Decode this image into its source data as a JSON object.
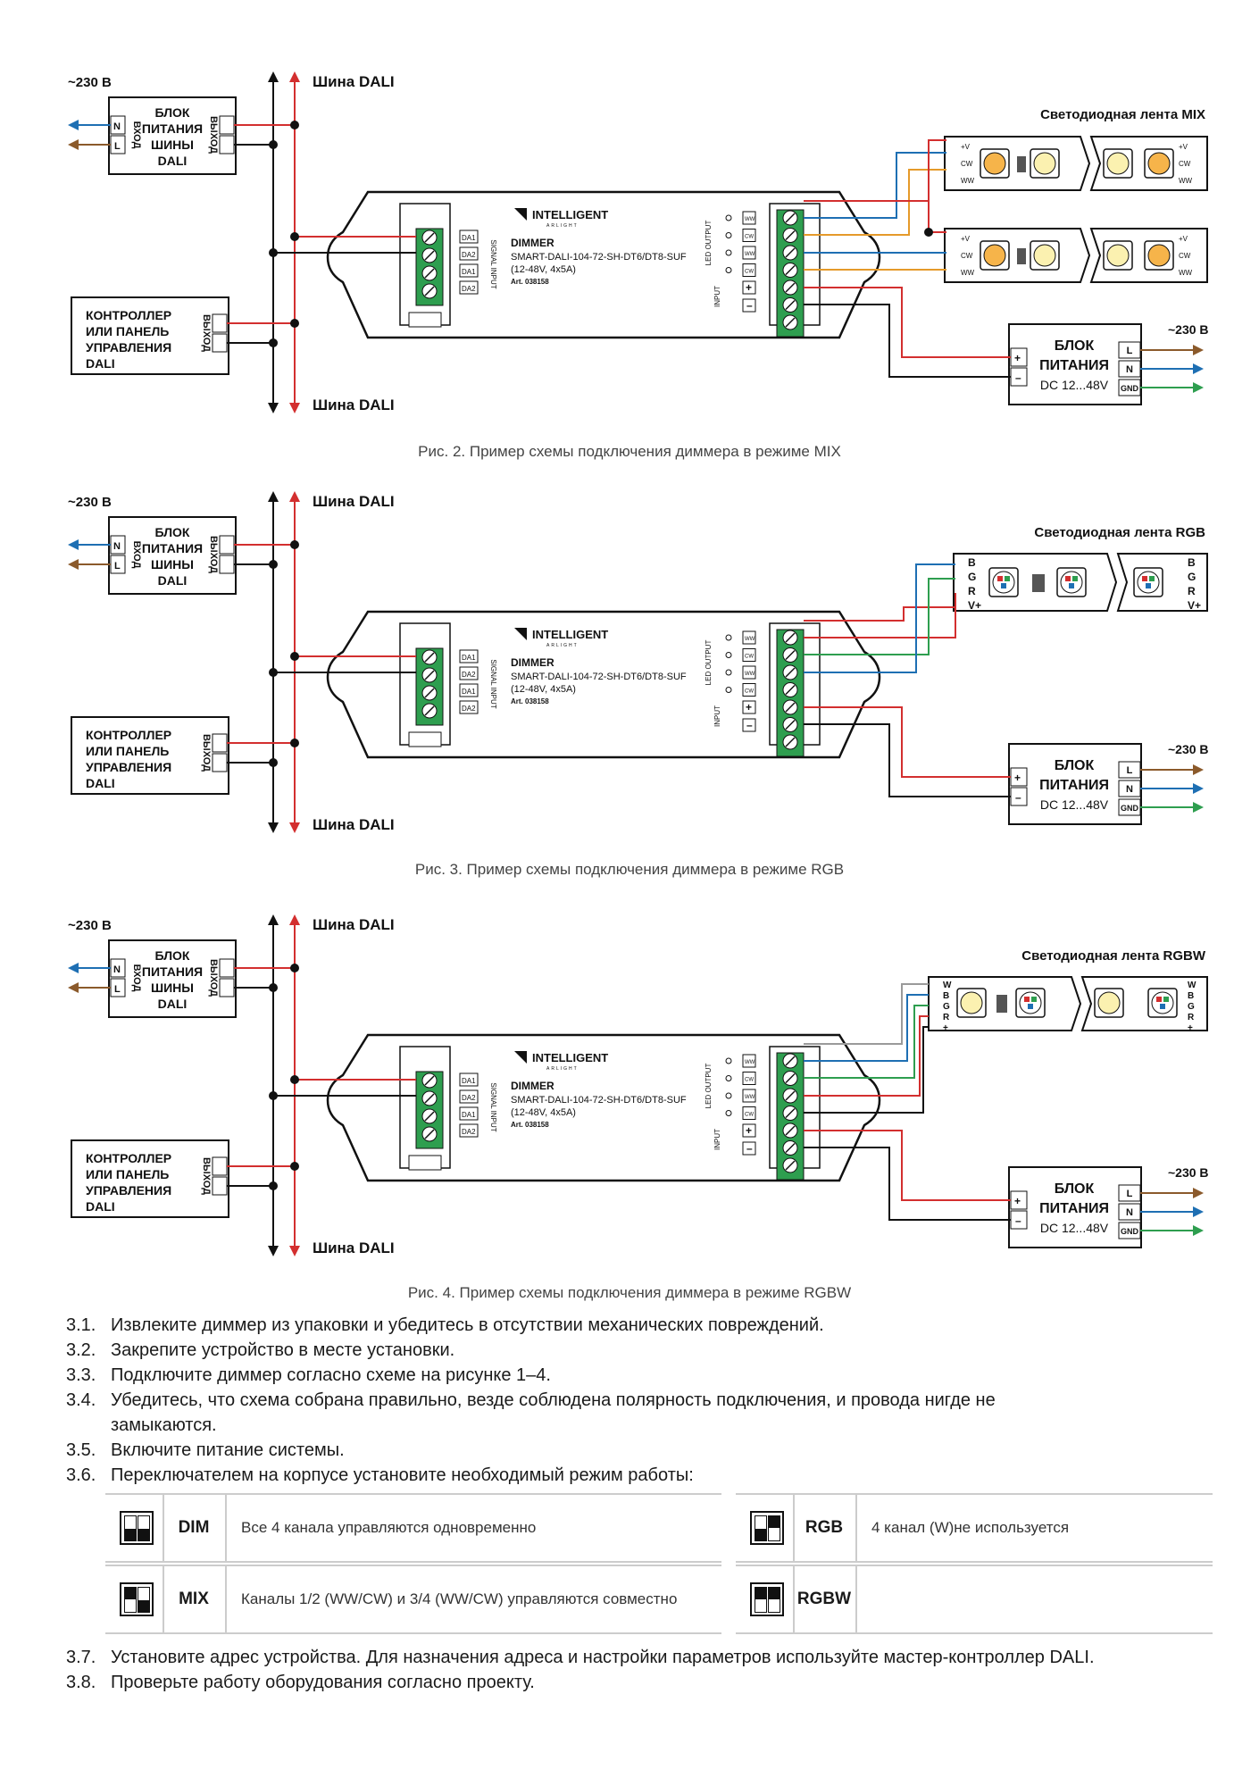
{
  "diagrams": [
    {
      "mode": "MIX",
      "caption": "Рис. 2. Пример схемы подключения диммера в режиме MIX",
      "strip_title": "Светодиодная лента MIX"
    },
    {
      "mode": "RGB",
      "caption": "Рис. 3. Пример схемы подключения диммера в режиме RGB",
      "strip_title": "Светодиодная лента RGB"
    },
    {
      "mode": "RGBW",
      "caption": "Рис. 4. Пример схемы подключения диммера в режиме RGBW",
      "strip_title": "Светодиодная лента RGBW"
    }
  ],
  "common": {
    "mains": "~230 В",
    "dali_bus": "Шина DALI",
    "psu_dali_lines": [
      "БЛОК",
      "ПИТАНИЯ",
      "ШИНЫ",
      "DALI"
    ],
    "input_label": "ВХОД",
    "output_label": "ВЫХОД",
    "n": "N",
    "l": "L",
    "da": "DA",
    "controller_lines": [
      "КОНТРОЛЛЕР",
      "ИЛИ ПАНЕЛЬ",
      "УПРАВЛЕНИЯ",
      "DALI"
    ],
    "brand": "INTELLIGENT",
    "brand_sub": "ARLIGHT",
    "device": "DIMMER",
    "model": "SMART-DALI-104-72-SH-DT6/DT8-SUF",
    "spec": "(12-48V, 4x5A)",
    "art": "Art. 038158",
    "signal_input": "SIGNAL INPUT",
    "led_output": "LED OUTPUT",
    "input_dc": "INPUT",
    "da_terms": [
      "DA1",
      "DA2",
      "DA1",
      "DA2"
    ],
    "out_terms": [
      "WW",
      "CW",
      "WW",
      "CW"
    ],
    "psu_led_lines": [
      "БЛОК",
      "ПИТАНИЯ",
      "DC 12...48V"
    ],
    "psu_led_terms": [
      "L",
      "N",
      "GND"
    ],
    "mix_terms": [
      "+V",
      "CW",
      "WW"
    ],
    "rgb_terms": [
      "B",
      "G",
      "R",
      "V+"
    ],
    "rgbw_terms": [
      "W",
      "B",
      "G",
      "R",
      "+"
    ]
  },
  "colors": {
    "red": "#d32f2f",
    "blue": "#1e6fb3",
    "brown": "#8b5a2b",
    "green": "#2e9e4f",
    "orange": "#e59a2a",
    "gray": "#9a9a9a",
    "terminal": "#2e9e4f",
    "warm_led": "#f6b44a",
    "cool_led": "#fbf1b0"
  },
  "steps": [
    {
      "num": "3.1.",
      "text": "Извлеките диммер из упаковки и убедитесь в отсутствии механических повреждений."
    },
    {
      "num": "3.2.",
      "text": "Закрепите устройство в месте установки."
    },
    {
      "num": "3.3.",
      "text": "Подключите диммер согласно схеме на рисунке 1–4."
    },
    {
      "num": "3.4.",
      "text": "Убедитесь, что схема собрана правильно, везде соблюдена полярность подключения, и провода нигде не замыкаются."
    },
    {
      "num": "3.5.",
      "text": "Включите питание системы."
    },
    {
      "num": "3.6.",
      "text": "Переключателем на корпусе установите необходимый режим работы:"
    },
    {
      "num": "3.7.",
      "text": "Установите адрес устройства. Для назначения адреса и настройки параметров используйте мастер-контроллер DALI."
    },
    {
      "num": "3.8.",
      "text": "Проверьте работу оборудования согласно проекту."
    }
  ],
  "modes": [
    {
      "name": "DIM",
      "desc": "Все 4 канала управляются одновременно"
    },
    {
      "name": "RGB",
      "desc": "4 канал (W)не используется"
    },
    {
      "name": "MIX",
      "desc": "Каналы 1/2 (WW/CW) и 3/4 (WW/CW) управляются совместно"
    },
    {
      "name": "RGBW",
      "desc": ""
    }
  ]
}
